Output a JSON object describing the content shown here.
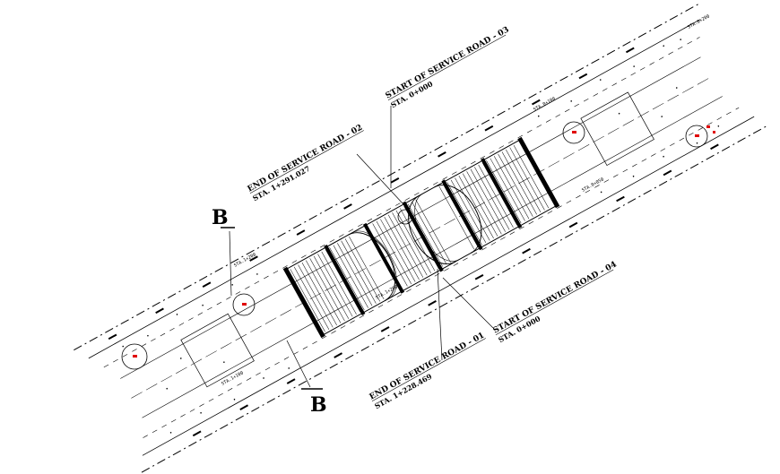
{
  "annotations": {
    "start_sr03_title": "START OF SERVICE ROAD - 03",
    "start_sr03_sta": "STA. 0+000",
    "end_sr02_title": "END OF SERVICE ROAD - 02",
    "end_sr02_sta": "STA. 1+291.027",
    "start_sr04_title": "START OF SERVICE ROAD - 04",
    "start_sr04_sta": "STA. 0+000",
    "end_sr01_title": "END OF SERVICE ROAD - 01",
    "end_sr01_sta": "STA. 1+228.469"
  },
  "section_marks": {
    "top": "B",
    "bottom": "B"
  },
  "station_tags": {
    "ne_end": "STA.0+200",
    "upper_mid": "STA.0+100",
    "right_mid": "STA.0+050",
    "center_low": "STA.1+200",
    "left_upper": "STA.1+200",
    "left_lower": "STA.1+100"
  },
  "colors": {
    "ink": "#000000",
    "accent": "#e00000"
  }
}
